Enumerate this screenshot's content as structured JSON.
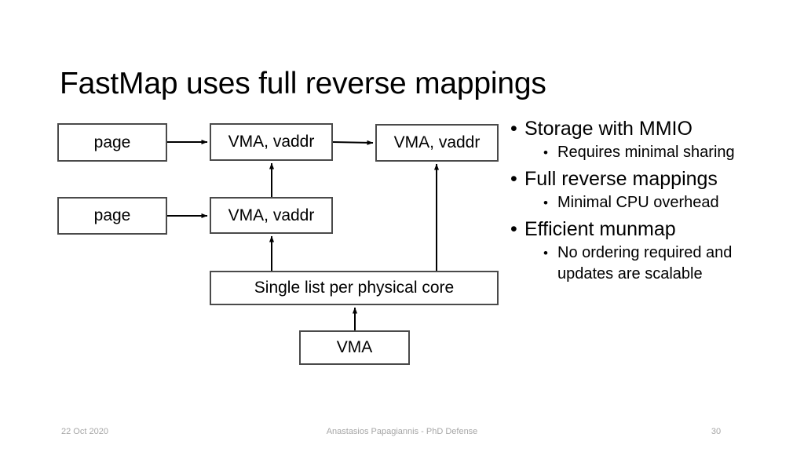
{
  "slide": {
    "title": "FastMap uses full reverse mappings",
    "background_color": "#ffffff",
    "text_color": "#000000",
    "box_border_color": "#4a4a4a",
    "arrow_color": "#000000",
    "footer_color": "#a6a6a6"
  },
  "diagram": {
    "nodes": [
      {
        "id": "page-1",
        "label": "page"
      },
      {
        "id": "vma-1",
        "label": "VMA, vaddr"
      },
      {
        "id": "vma-2",
        "label": "VMA, vaddr"
      },
      {
        "id": "page-2",
        "label": "page"
      },
      {
        "id": "vma-3",
        "label": "VMA, vaddr"
      },
      {
        "id": "list",
        "label": "Single list per physical core"
      },
      {
        "id": "vma-4",
        "label": "VMA"
      }
    ],
    "edges": [
      {
        "from": "page-1",
        "to": "vma-1",
        "direction": "right"
      },
      {
        "from": "vma-1",
        "to": "vma-2",
        "direction": "right"
      },
      {
        "from": "page-2",
        "to": "vma-3",
        "direction": "right"
      },
      {
        "from": "vma-3",
        "to": "vma-1",
        "direction": "up"
      },
      {
        "from": "list",
        "to": "vma-3",
        "direction": "up"
      },
      {
        "from": "list",
        "to": "vma-2",
        "direction": "up"
      },
      {
        "from": "vma-4",
        "to": "list",
        "direction": "up"
      }
    ]
  },
  "bullets": [
    {
      "level": 1,
      "marker": "•",
      "text": "Storage with MMIO",
      "children": [
        {
          "level": 2,
          "marker": "•",
          "text": "Requires minimal sharing"
        }
      ]
    },
    {
      "level": 1,
      "marker": "•",
      "text": "Full reverse mappings",
      "children": [
        {
          "level": 2,
          "marker": "•",
          "text": "Minimal CPU overhead"
        }
      ]
    },
    {
      "level": 1,
      "marker": "•",
      "text": "Efficient munmap",
      "children": [
        {
          "level": 2,
          "marker": "•",
          "text": "No ordering required and updates are scalable"
        }
      ]
    }
  ],
  "footer": {
    "date": "22 Oct 2020",
    "center": "Anastasios Papagiannis - PhD Defense",
    "page_number": "30"
  }
}
